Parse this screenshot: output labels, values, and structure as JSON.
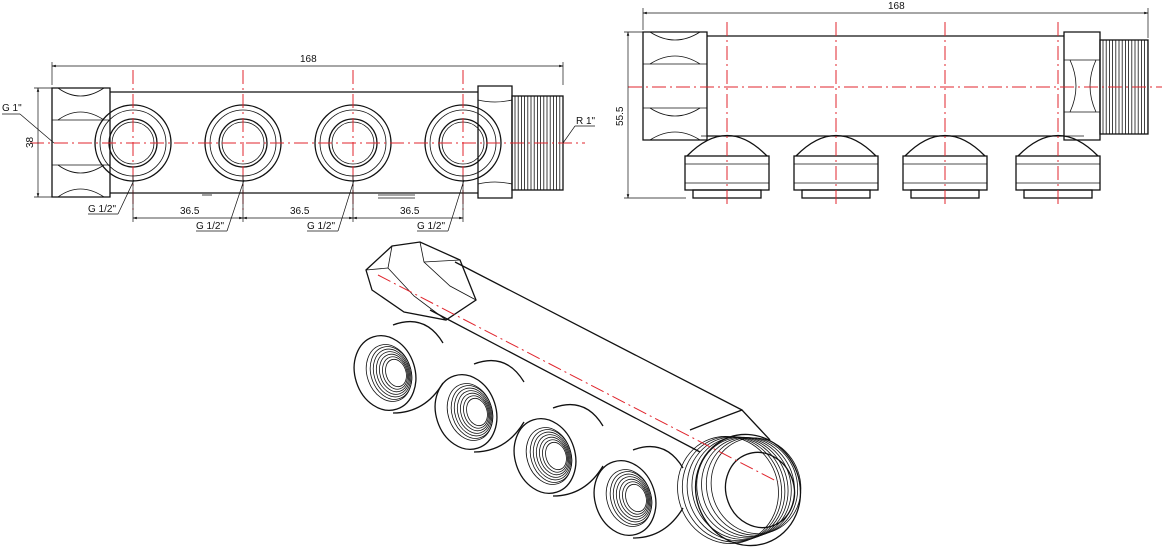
{
  "front_view": {
    "overall_length": "168",
    "body_diameter": "38",
    "inlet_thread": "G 1\"",
    "outlet_thread": "R 1\"",
    "port_threads": [
      "G 1/2\"",
      "G 1/2\"",
      "G 1/2\"",
      "G 1/2\""
    ],
    "port_spacing": [
      "36.5",
      "36.5",
      "36.5"
    ]
  },
  "side_view": {
    "overall_length": "168",
    "height": "55.5"
  },
  "colors": {
    "outline": "#111111",
    "center_axis": "#e0242c"
  }
}
